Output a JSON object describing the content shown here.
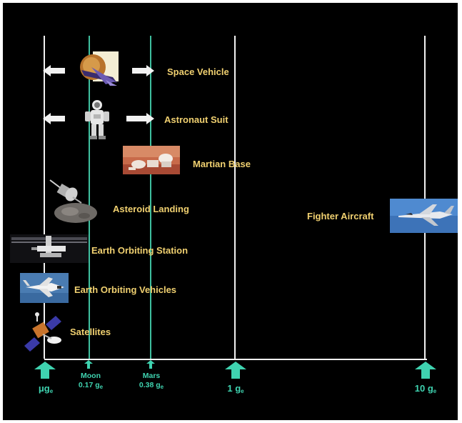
{
  "labels": {
    "space_vehicle": "Space Vehicle",
    "astronaut_suit": "Astronaut Suit",
    "martian_base": "Martian Base",
    "asteroid_landing": "Asteroid Landing",
    "fighter_aircraft": "Fighter Aircraft",
    "earth_orbiting_station": "Earth Orbiting Station",
    "earth_orbiting_vehicles": "Earth Orbiting Vehicles",
    "satellites": "Satellites"
  },
  "axis": {
    "micro_g": {
      "prefix": "μg",
      "sub": "e"
    },
    "moon": {
      "name": "Moon",
      "value": "0.17 g",
      "sub": "e"
    },
    "mars": {
      "name": "Mars",
      "value": "0.38 g",
      "sub": "e"
    },
    "one_g": {
      "value": "1 g",
      "sub": "e"
    },
    "ten_g": {
      "value": "10 g",
      "sub": "e"
    }
  },
  "colors": {
    "background": "#000000",
    "label_text": "#f0d070",
    "accent_teal": "#3fd3b0",
    "gridline_white": "#f2f2f2"
  },
  "icons": [
    "double-arrow-icon",
    "spacecraft-image",
    "astronaut-image",
    "mars-base-image",
    "asteroid-probe-image",
    "fighter-jet-image",
    "space-station-image",
    "space-shuttle-image",
    "satellite-image"
  ]
}
